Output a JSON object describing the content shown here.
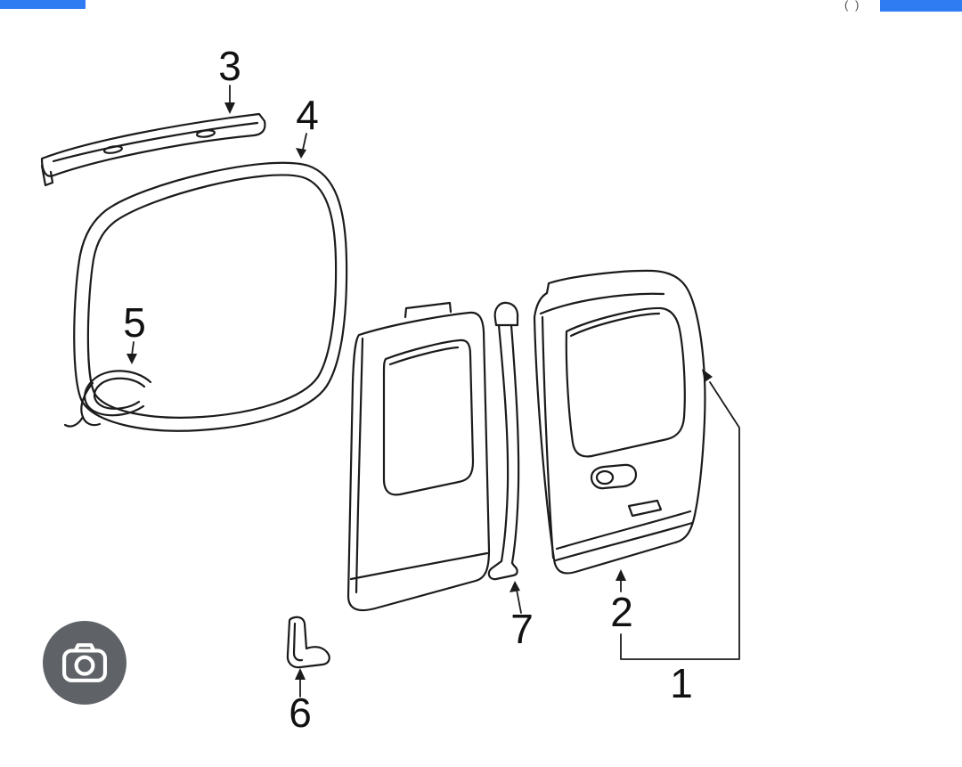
{
  "status_bar": {
    "accent_color": "#2f7cf2",
    "corner_glyph": "( )"
  },
  "lens_button": {
    "background_color": "#5f6368",
    "icon": "camera-icon"
  },
  "diagram": {
    "line_color": "#1b1b1b",
    "callouts": [
      {
        "label": "1"
      },
      {
        "label": "2"
      },
      {
        "label": "3"
      },
      {
        "label": "4"
      },
      {
        "label": "5"
      },
      {
        "label": "6"
      },
      {
        "label": "7"
      }
    ]
  }
}
